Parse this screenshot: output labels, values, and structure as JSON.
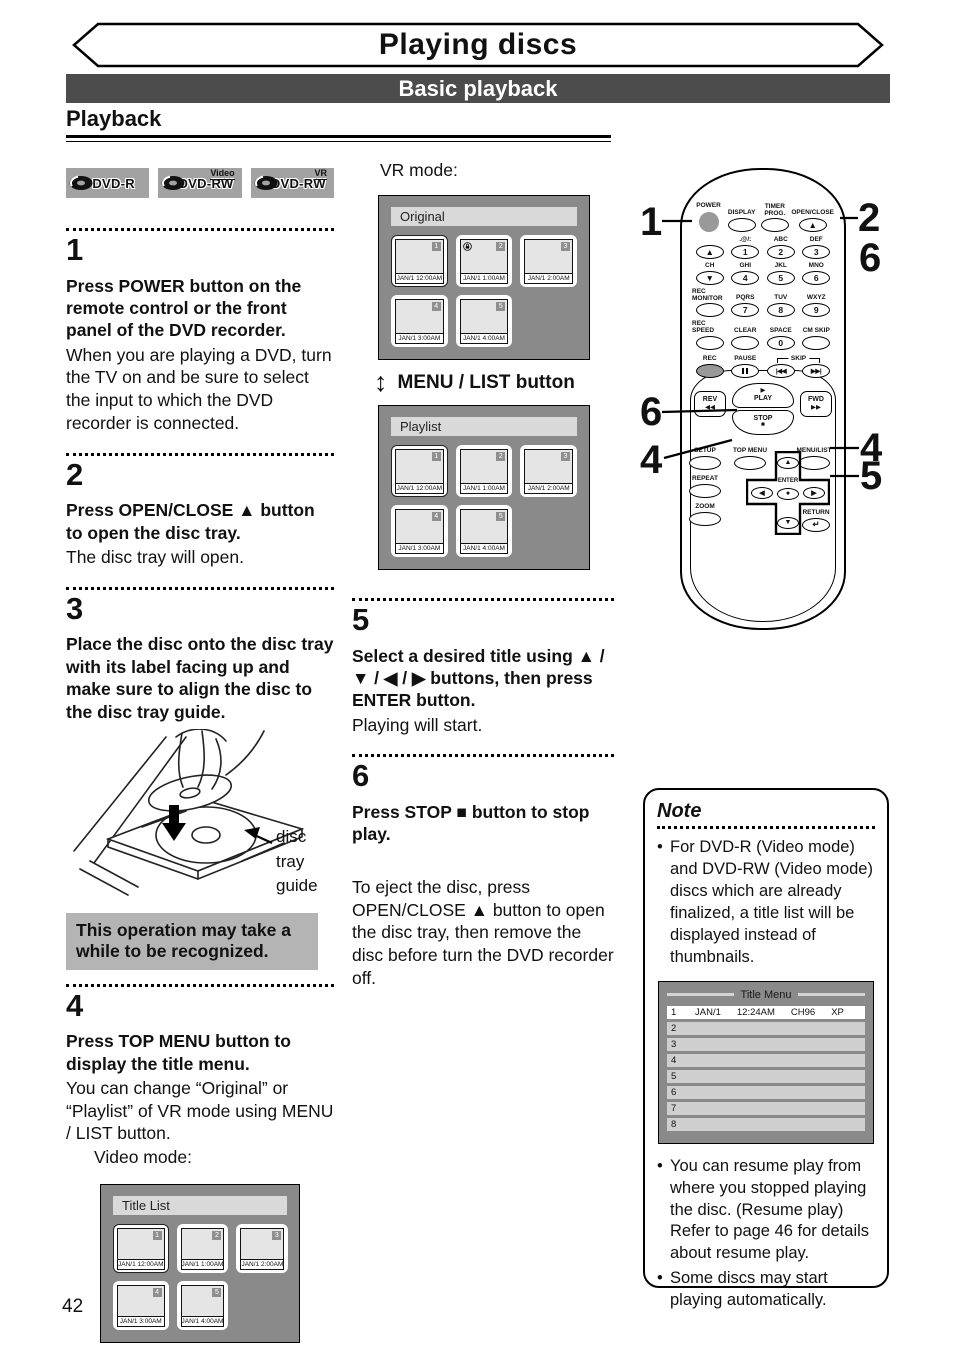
{
  "page_number": "42",
  "header": {
    "banner": "Playing discs",
    "subbar": "Basic playback",
    "section": "Playback"
  },
  "badges": [
    {
      "label": "DVD-R",
      "tag": ""
    },
    {
      "label": "DVD-RW",
      "tag": "Video"
    },
    {
      "label": "DVD-RW",
      "tag": "VR"
    }
  ],
  "steps": {
    "s1": {
      "num": "1",
      "lead": "Press POWER button on the remote control or the front panel of the DVD recorder.",
      "body": "When you are playing a DVD, turn the TV on and be sure to select the input to which the DVD recorder is connected."
    },
    "s2": {
      "num": "2",
      "lead": "Press OPEN/CLOSE ▲ button to open the disc tray.",
      "body": "The disc tray will open."
    },
    "s3": {
      "num": "3",
      "lead": "Place the disc onto the disc tray with its label facing up and make sure to align the disc to the disc tray guide."
    },
    "s4": {
      "num": "4",
      "lead": "Press TOP MENU button to display the title menu.",
      "body": "You can change “Original” or “Playlist” of VR mode using MENU / LIST button.",
      "mode": "Video mode:"
    },
    "s5": {
      "num": "5",
      "lead": "Select a desired title using ▲ / ▼ / ◀ / ▶ buttons, then press ENTER button.",
      "body": "Playing will start."
    },
    "s6": {
      "num": "6",
      "lead": "Press STOP ■ button to stop play.",
      "body": "To eject the disc, press OPEN/CLOSE ▲ button to open the disc tray, then remove the disc before turn the DVD recorder off."
    }
  },
  "illustration": {
    "caption": "disc tray guide"
  },
  "warning": "This operation may take a while to be recognized.",
  "vr_mode_label": "VR mode:",
  "menu_list_label": "MENU / LIST button",
  "screens": {
    "title_list": {
      "header": "Title List",
      "thumbs": [
        {
          "n": "1",
          "cap": "JAN/1  12:00AM",
          "selected": true
        },
        {
          "n": "2",
          "cap": "JAN/1  1:00AM"
        },
        {
          "n": "3",
          "cap": "JAN/1  2:00AM"
        },
        {
          "n": "4",
          "cap": "JAN/1  3:00AM"
        },
        {
          "n": "5",
          "cap": "JAN/1  4:00AM"
        }
      ]
    },
    "original": {
      "header": "Original",
      "thumbs": [
        {
          "n": "1",
          "cap": "JAN/1  12:00AM",
          "selected": true
        },
        {
          "n": "2",
          "cap": "JAN/1  1:00AM",
          "locked": true
        },
        {
          "n": "3",
          "cap": "JAN/1  2:00AM"
        },
        {
          "n": "4",
          "cap": "JAN/1  3:00AM"
        },
        {
          "n": "5",
          "cap": "JAN/1  4:00AM"
        }
      ]
    },
    "playlist": {
      "header": "Playlist",
      "thumbs": [
        {
          "n": "1",
          "cap": "JAN/1  12:00AM",
          "selected": true
        },
        {
          "n": "2",
          "cap": "JAN/1  1:00AM"
        },
        {
          "n": "3",
          "cap": "JAN/1  2:00AM"
        },
        {
          "n": "4",
          "cap": "JAN/1  3:00AM"
        },
        {
          "n": "5",
          "cap": "JAN/1  4:00AM"
        }
      ]
    }
  },
  "remote": {
    "callouts": {
      "c1": "1",
      "c2": "2",
      "c6r": "6",
      "c6l": "6",
      "c4l": "4",
      "c4r": "4",
      "c5": "5"
    },
    "top_row": [
      {
        "top": "POWER",
        "label": ""
      },
      {
        "top": "DISPLAY",
        "label": ""
      },
      {
        "top": "TIMER PROG.",
        "label": ""
      },
      {
        "top": "OPEN/CLOSE",
        "label": "▲"
      }
    ],
    "keypad": [
      [
        {
          "top": "",
          "label": "▲"
        },
        {
          "top": ".@/:",
          "label": "1"
        },
        {
          "top": "ABC",
          "label": "2"
        },
        {
          "top": "DEF",
          "label": "3"
        }
      ],
      [
        {
          "top": "CH",
          "label": "▼"
        },
        {
          "top": "GHI",
          "label": "4"
        },
        {
          "top": "JKL",
          "label": "5"
        },
        {
          "top": "MNO",
          "label": "6"
        }
      ],
      [
        {
          "top": "REC MONITOR",
          "label": ""
        },
        {
          "top": "PQRS",
          "label": "7"
        },
        {
          "top": "TUV",
          "label": "8"
        },
        {
          "top": "WXYZ",
          "label": "9"
        }
      ],
      [
        {
          "top": "REC SPEED",
          "label": ""
        },
        {
          "top": "CLEAR",
          "label": ""
        },
        {
          "top": "SPACE",
          "label": "0"
        },
        {
          "top": "CM SKIP",
          "label": ""
        }
      ]
    ],
    "rec_row": {
      "rec": "REC",
      "pause": "PAUSE",
      "skip": "SKIP",
      "skip_back": "|◀◀",
      "skip_fwd": "▶▶|"
    },
    "transport": {
      "play_glyph": "▶",
      "play": "PLAY",
      "rev": "REV",
      "rev_glyph": "◀◀",
      "fwd": "FWD",
      "fwd_glyph": "▶▶",
      "stop": "STOP",
      "stop_glyph": "■"
    },
    "menu": {
      "setup": "SETUP",
      "top_menu": "TOP MENU",
      "menu_list": "MENU/LIST",
      "repeat": "REPEAT",
      "zoom": "ZOOM",
      "return": "RETURN",
      "return_glyph": "↵",
      "enter": "ENTER",
      "enter_glyph": "●",
      "up": "▲",
      "down": "▼",
      "left": "◀",
      "right": "▶"
    }
  },
  "note": {
    "title": "Note",
    "bullets_before": [
      "For DVD-R (Video mode) and DVD-RW (Video mode) discs which are already finalized, a title list will be displayed instead of thumbnails."
    ],
    "title_menu": {
      "header": "Title Menu",
      "first_row": {
        "n": "1",
        "cells": [
          "JAN/1",
          "12:24AM",
          "CH96",
          "XP"
        ]
      },
      "rows": [
        "2",
        "3",
        "4",
        "5",
        "6",
        "7",
        "8"
      ]
    },
    "bullets_after": [
      "You can resume play from where you stopped playing the disc. (Resume play)\nRefer to page 46 for details about resume play.",
      "Some discs may start playing automatically."
    ]
  }
}
